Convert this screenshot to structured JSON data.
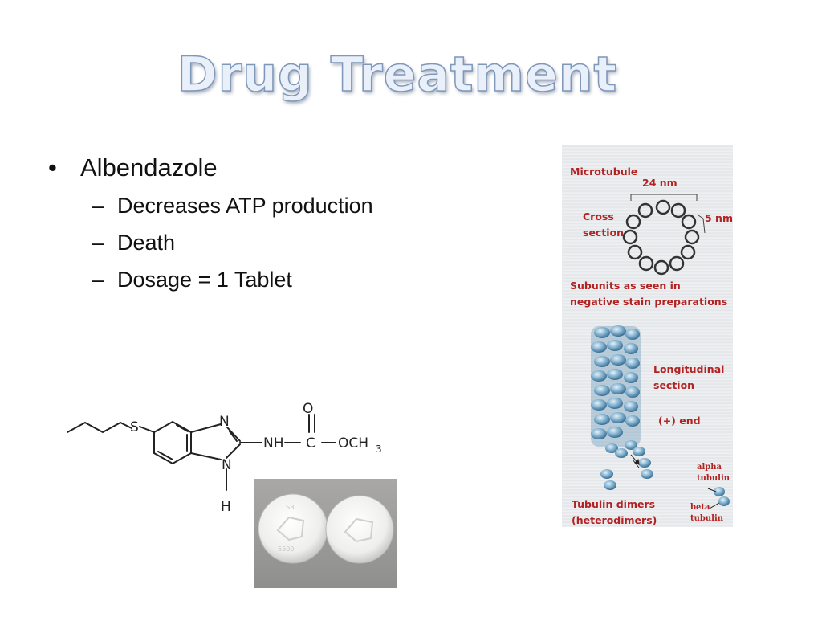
{
  "slide": {
    "title": "Drug Treatment",
    "bullet": "Albendazole",
    "sub_bullets": [
      "Decreases ATP production",
      "Death",
      "Dosage = 1 Tablet"
    ]
  },
  "structure": {
    "atom_s": "S",
    "atom_n_top": "N",
    "atom_n_bottom": "N",
    "atom_h": "H",
    "atom_o": "O",
    "group_nh": "NH",
    "atom_c": "C",
    "group_och3": "OCH",
    "subscript_3": "3"
  },
  "tablet_imprints": {
    "top": "SB",
    "bottom": "5500"
  },
  "diagram": {
    "microtubule": "Microtubule",
    "diameter": "24 nm",
    "cross_1": "Cross",
    "cross_2": "section",
    "subunit_size": "5 nm",
    "subunits_1": "Subunits as seen in",
    "subunits_2": "negative stain preparations",
    "long_1": "Longitudinal",
    "long_2": "section",
    "plus_end": "(+) end",
    "alpha_1": "alpha",
    "alpha_2": "tubulin",
    "dimers_1": "Tubulin dimers",
    "dimers_2": "(heterodimers)",
    "beta_1": "beta",
    "beta_2": "tubulin"
  }
}
